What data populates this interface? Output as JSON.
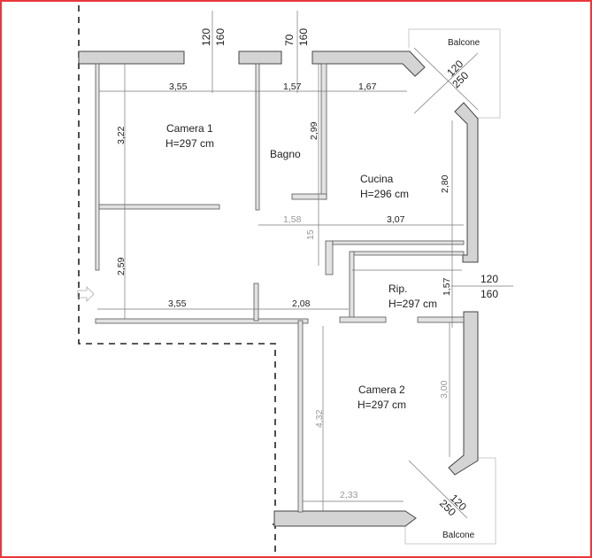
{
  "rooms": {
    "camera1": {
      "name": "Camera 1",
      "height": "H=297 cm"
    },
    "bagno": {
      "name": "Bagno"
    },
    "cucina": {
      "name": "Cucina",
      "height": "H=296 cm"
    },
    "rip": {
      "name": "Rip.",
      "height": "H=297 cm"
    },
    "camera2": {
      "name": "Camera 2",
      "height": "H=297 cm"
    },
    "balcone_top": {
      "name": "Balcone"
    },
    "balcone_bottom": {
      "name": "Balcone"
    }
  },
  "dimensions": {
    "cam1_width": "3,55",
    "bagno_width": "1,57",
    "cucina_width": "1,67",
    "cam1_depth": "3,22",
    "bagno_depth": "2,99",
    "cucina_depth": "2,80",
    "corr_158": "1,58",
    "cucina_307": "3,07",
    "small_15": "15",
    "corr_259": "2,59",
    "corr_355": "3,55",
    "corr_208": "2,08",
    "rip_157": "1,57",
    "cam2_432": "4,32",
    "cam2_300": "3,00",
    "cam2_233": "2,33"
  },
  "windows": {
    "w1": {
      "a": "120",
      "b": "160"
    },
    "w2": {
      "a": "70",
      "b": "160"
    },
    "balcone_top_door": {
      "a": "120",
      "b": "250"
    },
    "rip_window": {
      "a": "120",
      "b": "160"
    },
    "balcone_bottom_door": {
      "a": "120",
      "b": "250"
    }
  },
  "colors": {
    "frame": "#e8383d",
    "wall": "#d4d4d4"
  }
}
